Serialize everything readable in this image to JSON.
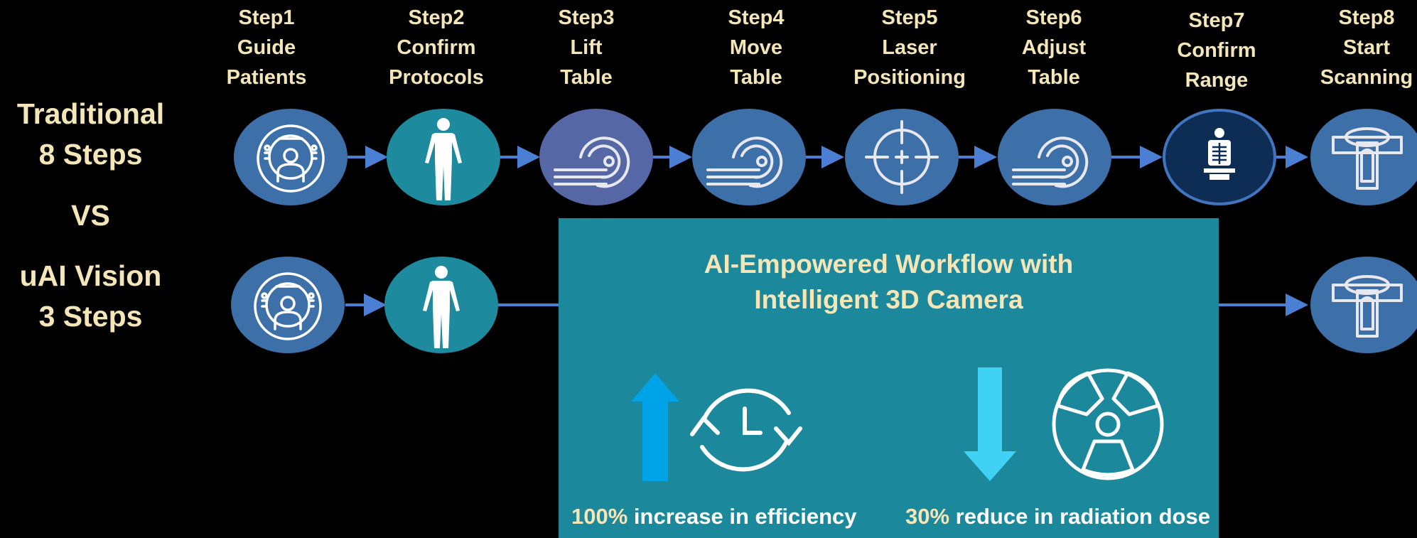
{
  "steps": [
    {
      "line1": "Step1",
      "line2": "Guide",
      "line3": "Patients",
      "icon": "mri-patient-icon"
    },
    {
      "line1": "Step2",
      "line2": "Confirm",
      "line3": "Protocols",
      "icon": "human-body-icon"
    },
    {
      "line1": "Step3",
      "line2": "Lift",
      "line3": "Table",
      "icon": "table-lift-icon"
    },
    {
      "line1": "Step4",
      "line2": "Move",
      "line3": "Table",
      "icon": "table-move-icon"
    },
    {
      "line1": "Step5",
      "line2": "Laser",
      "line3": "Positioning",
      "icon": "crosshair-icon"
    },
    {
      "line1": "Step6",
      "line2": "Adjust",
      "line3": "Table",
      "icon": "table-adjust-icon"
    },
    {
      "line1": "Step7",
      "line2": "Confirm",
      "line3": "Range",
      "icon": "xray-range-icon"
    },
    {
      "line1": "Step8",
      "line2": "Start",
      "line3": "Scanning",
      "icon": "scanner-icon"
    }
  ],
  "side": {
    "traditional_line1": "Traditional",
    "traditional_line2": "8 Steps",
    "vs": "VS",
    "uai_line1": "uAI Vision",
    "uai_line2": "3 Steps"
  },
  "panel": {
    "title_line1": "AI-Empowered Workflow with",
    "title_line2": "Intelligent 3D Camera",
    "stat1_pct": "100%",
    "stat1_text": " increase in efficiency",
    "stat2_pct": "30%",
    "stat2_text": " reduce in radiation dose",
    "icons": [
      "up-arrow-icon",
      "clock-cycle-icon",
      "down-arrow-icon",
      "radiation-icon"
    ]
  },
  "colors": {
    "label": "#f5e6b8",
    "arrow": "#4a7fd4",
    "panel": "#1c889c",
    "circle_blue": "#3d6fa8",
    "circle_teal": "#1d8a9e"
  }
}
